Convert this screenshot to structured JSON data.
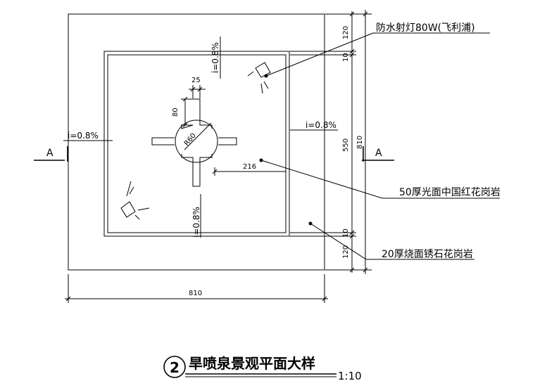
{
  "title": {
    "number": "2",
    "text": "旱喷泉景观平面大样",
    "scale": "1:10"
  },
  "dimensions": {
    "bottom_width": "810",
    "right_total": "810",
    "right_top": "120",
    "right_top_gap": "10",
    "right_middle": "550",
    "right_bottom_gap": "10",
    "right_bottom": "120",
    "arm_width": "25",
    "arm_length": "80",
    "radius": "R60",
    "offset": "216"
  },
  "slopes": {
    "top": "i=0.8%",
    "bottom": "i=0.8%",
    "left": "i=0.8%",
    "right": "i=0.8%"
  },
  "section_marks": {
    "left": "A",
    "right": "A"
  },
  "callouts": {
    "light": "防水射灯80W(飞利浦)",
    "polished": "50厚光面中国红花岗岩",
    "flamed": "20厚烧面锈石花岗岩"
  }
}
